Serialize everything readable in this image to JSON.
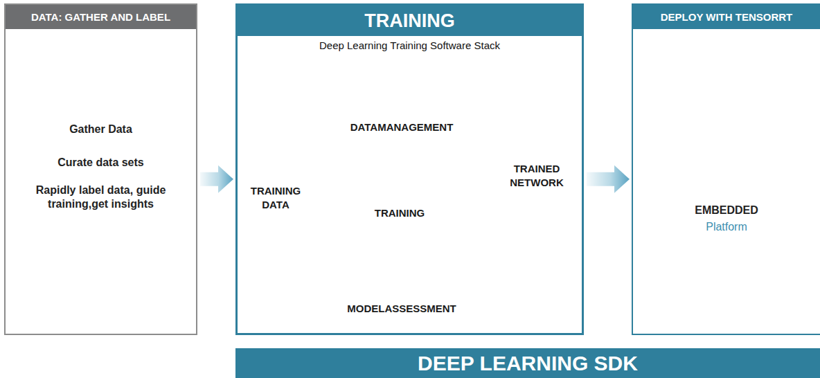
{
  "diagram": {
    "nodes": [
      {
        "text": [
          "DATA: GATHER AND LABEL",
          "Gather Data",
          "Curate data sets",
          "Rapidly label data, guide training,get insights"
        ]
      },
      {
        "text": [
          "TRAINING",
          "Deep Learning Training Software Stack"
        ]
      },
      {
        "text": [
          "DEPLOY WITH TENSORRT",
          "EMBEDDED",
          "Platform"
        ]
      },
      {
        "text": [
          "DEEP LEARNING SDK"
        ]
      }
    ],
    "edges": [
      {
        "from": 0,
        "to": 1,
        "arrow": "to"
      },
      {
        "from": 1,
        "to": 2,
        "arrow": "to"
      }
    ],
    "labels": [
      "TRAINING DATA",
      "DATAMANAGEMENT",
      "TRAINING",
      "MODELASSESSMENT",
      "TRAINED NETWORK"
    ]
  }
}
